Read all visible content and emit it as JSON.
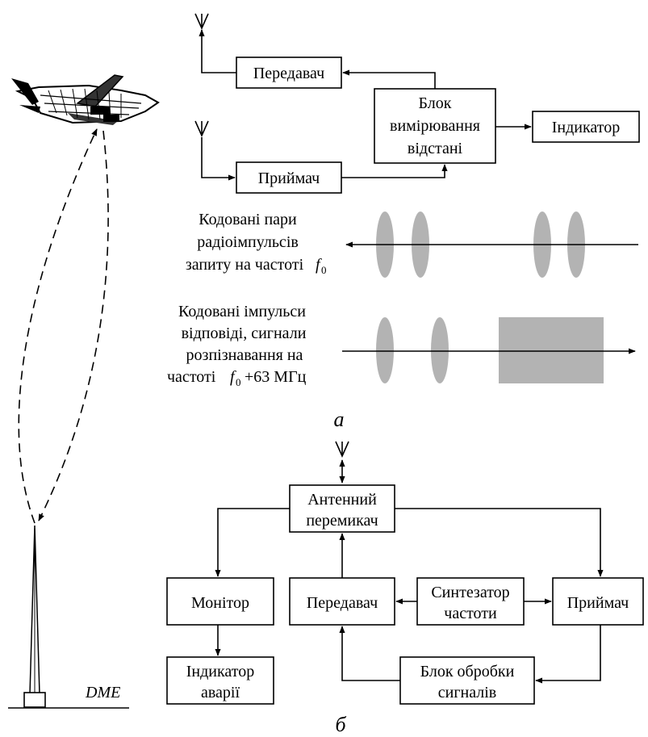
{
  "diagram_a": {
    "caption": "а",
    "transmitter": "Передавач",
    "receiver": "Приймач",
    "distance_block": [
      "Блок",
      "вимірювання",
      "відстані"
    ],
    "indicator": "Індикатор",
    "request_pulses_label": [
      "Кодовані пари",
      "радіоімпульсів",
      "запиту на частоті"
    ],
    "request_freq_symbol": "f",
    "request_freq_sub": "0",
    "reply_pulses_label": [
      "Кодовані імпульси",
      "відповіді, сигнали",
      "розпізнавання на",
      "частоті"
    ],
    "reply_freq_symbol": "f",
    "reply_freq_sub": "0",
    "reply_freq_suffix": "+63 МГц"
  },
  "diagram_b": {
    "caption": "б",
    "antenna_switch": [
      "Антенний",
      "перемикач"
    ],
    "monitor": "Монітор",
    "transmitter": "Передавач",
    "synthesizer": [
      "Синтезатор",
      "частоти"
    ],
    "receiver": "Приймач",
    "alarm_indicator": [
      "Індикатор",
      "аварії"
    ],
    "signal_processing": [
      "Блок обробки",
      "сигналів"
    ]
  },
  "ground_station_label": "DME"
}
